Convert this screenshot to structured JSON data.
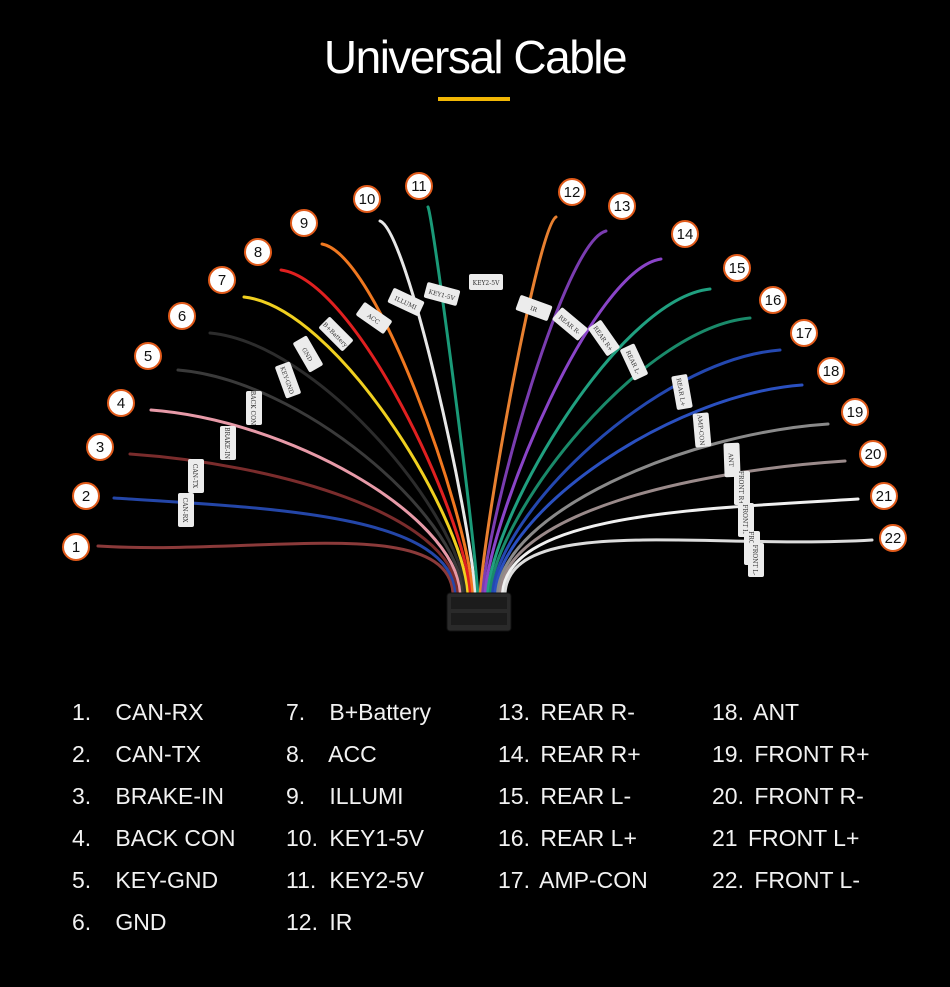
{
  "title": "Universal Cable",
  "accent_color": "#f2b705",
  "connector_color": "#2a2a2a",
  "tag_color": "#ececec",
  "wires": [
    {
      "n": "1",
      "tag": "CAN-RX",
      "color": "#8b3a3a"
    },
    {
      "n": "2",
      "tag": "CAN-TX",
      "color": "#2446a8"
    },
    {
      "n": "3",
      "tag": "BRAKE-IN",
      "color": "#7a2c2c"
    },
    {
      "n": "4",
      "tag": "BACK CON",
      "color": "#e79aa8"
    },
    {
      "n": "5",
      "tag": "KEY-GND",
      "color": "#3a3a3a"
    },
    {
      "n": "6",
      "tag": "GND",
      "color": "#2c2c2c"
    },
    {
      "n": "7",
      "tag": "B+Battery",
      "color": "#f0d020"
    },
    {
      "n": "8",
      "tag": "ACC",
      "color": "#e02020"
    },
    {
      "n": "9",
      "tag": "ILLUMI",
      "color": "#f07820"
    },
    {
      "n": "10",
      "tag": "KEY1-5V",
      "color": "#e8e8e8"
    },
    {
      "n": "11",
      "tag": "KEY2-5V",
      "color": "#1a9a78"
    },
    {
      "n": "12",
      "tag": "IR",
      "color": "#e88030"
    },
    {
      "n": "13",
      "tag": "REAR R-",
      "color": "#7a3cb0"
    },
    {
      "n": "14",
      "tag": "REAR R+",
      "color": "#8a44c8"
    },
    {
      "n": "15",
      "tag": "REAR L-",
      "color": "#20a080"
    },
    {
      "n": "16",
      "tag": "REAR L+",
      "color": "#1a8a6a"
    },
    {
      "n": "17",
      "tag": "AMP-CON",
      "color": "#2448b0"
    },
    {
      "n": "18",
      "tag": "ANT",
      "color": "#2a50c0"
    },
    {
      "n": "19",
      "tag": "FRONT R+",
      "color": "#8a8a8a"
    },
    {
      "n": "20",
      "tag": "FRONT R-",
      "color": "#9a8a8a"
    },
    {
      "n": "21",
      "tag": "FRONT L+",
      "color": "#f0f0f0"
    },
    {
      "n": "22",
      "tag": "FRONT L-",
      "color": "#dcdcdc"
    }
  ],
  "legend": [
    [
      {
        "num": "1.",
        "label": "CAN-RX"
      },
      {
        "num": "2.",
        "label": "CAN-TX"
      },
      {
        "num": "3.",
        "label": "BRAKE-IN"
      },
      {
        "num": "4.",
        "label": "BACK CON"
      },
      {
        "num": "5.",
        "label": "KEY-GND"
      },
      {
        "num": "6.",
        "label": "GND"
      }
    ],
    [
      {
        "num": "7.",
        "label": "B+Battery"
      },
      {
        "num": "8.",
        "label": "ACC"
      },
      {
        "num": "9.",
        "label": "ILLUMI"
      },
      {
        "num": "10.",
        "label": "KEY1-5V"
      },
      {
        "num": "11.",
        "label": "KEY2-5V"
      },
      {
        "num": "12.",
        "label": "IR"
      }
    ],
    [
      {
        "num": "13.",
        "label": "REAR R-"
      },
      {
        "num": "14.",
        "label": "REAR R+"
      },
      {
        "num": "15.",
        "label": "REAR L-"
      },
      {
        "num": "16.",
        "label": "REAR L+"
      },
      {
        "num": "17.",
        "label": "AMP-CON"
      }
    ],
    [
      {
        "num": "18.",
        "label": "ANT"
      },
      {
        "num": "19.",
        "label": "FRONT R+"
      },
      {
        "num": "20.",
        "label": "FRONT R-"
      },
      {
        "num": "21",
        "label": "FRONT L+"
      },
      {
        "num": "22.",
        "label": "FRONT L-"
      }
    ]
  ]
}
